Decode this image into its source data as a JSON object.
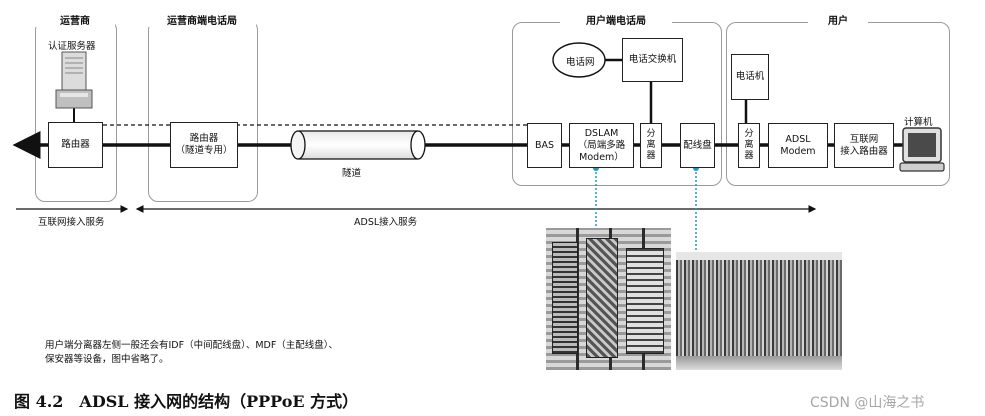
{
  "groups": {
    "isp": "运营商",
    "isp_office": "运营商端电话局",
    "user_office": "用户端电话局",
    "user": "用户"
  },
  "isp": {
    "auth_server": "认证服务器",
    "router": "路由器"
  },
  "isp_office": {
    "router_line1": "路由器",
    "router_line2": "（隧道专用）",
    "tunnel": "隧道"
  },
  "user_office": {
    "phone_network": "电话网",
    "phone_switch": "电话交换机",
    "bas": "BAS",
    "dslam_line1": "DSLAM",
    "dslam_line2": "（局端多路",
    "dslam_line3": "Modem）",
    "splitter": "分离器",
    "mdf": "配线盘"
  },
  "user": {
    "phone": "电话机",
    "splitter": "分离器",
    "modem_line1": "ADSL",
    "modem_line2": "Modem",
    "router_line1": "互联网",
    "router_line2": "接入路由器",
    "computer": "计算机"
  },
  "services": {
    "internet": "互联网接入服务",
    "adsl": "ADSL接入服务"
  },
  "note": {
    "line1": "用户端分离器左侧一般还会有IDF（中间配线盘）、MDF（主配线盘）、",
    "line2": "保安器等设备，图中省略了。"
  },
  "caption": "图 4.2　ADSL 接入网的结构（PPPoE 方式）",
  "watermark": "CSDN @山海之书"
}
